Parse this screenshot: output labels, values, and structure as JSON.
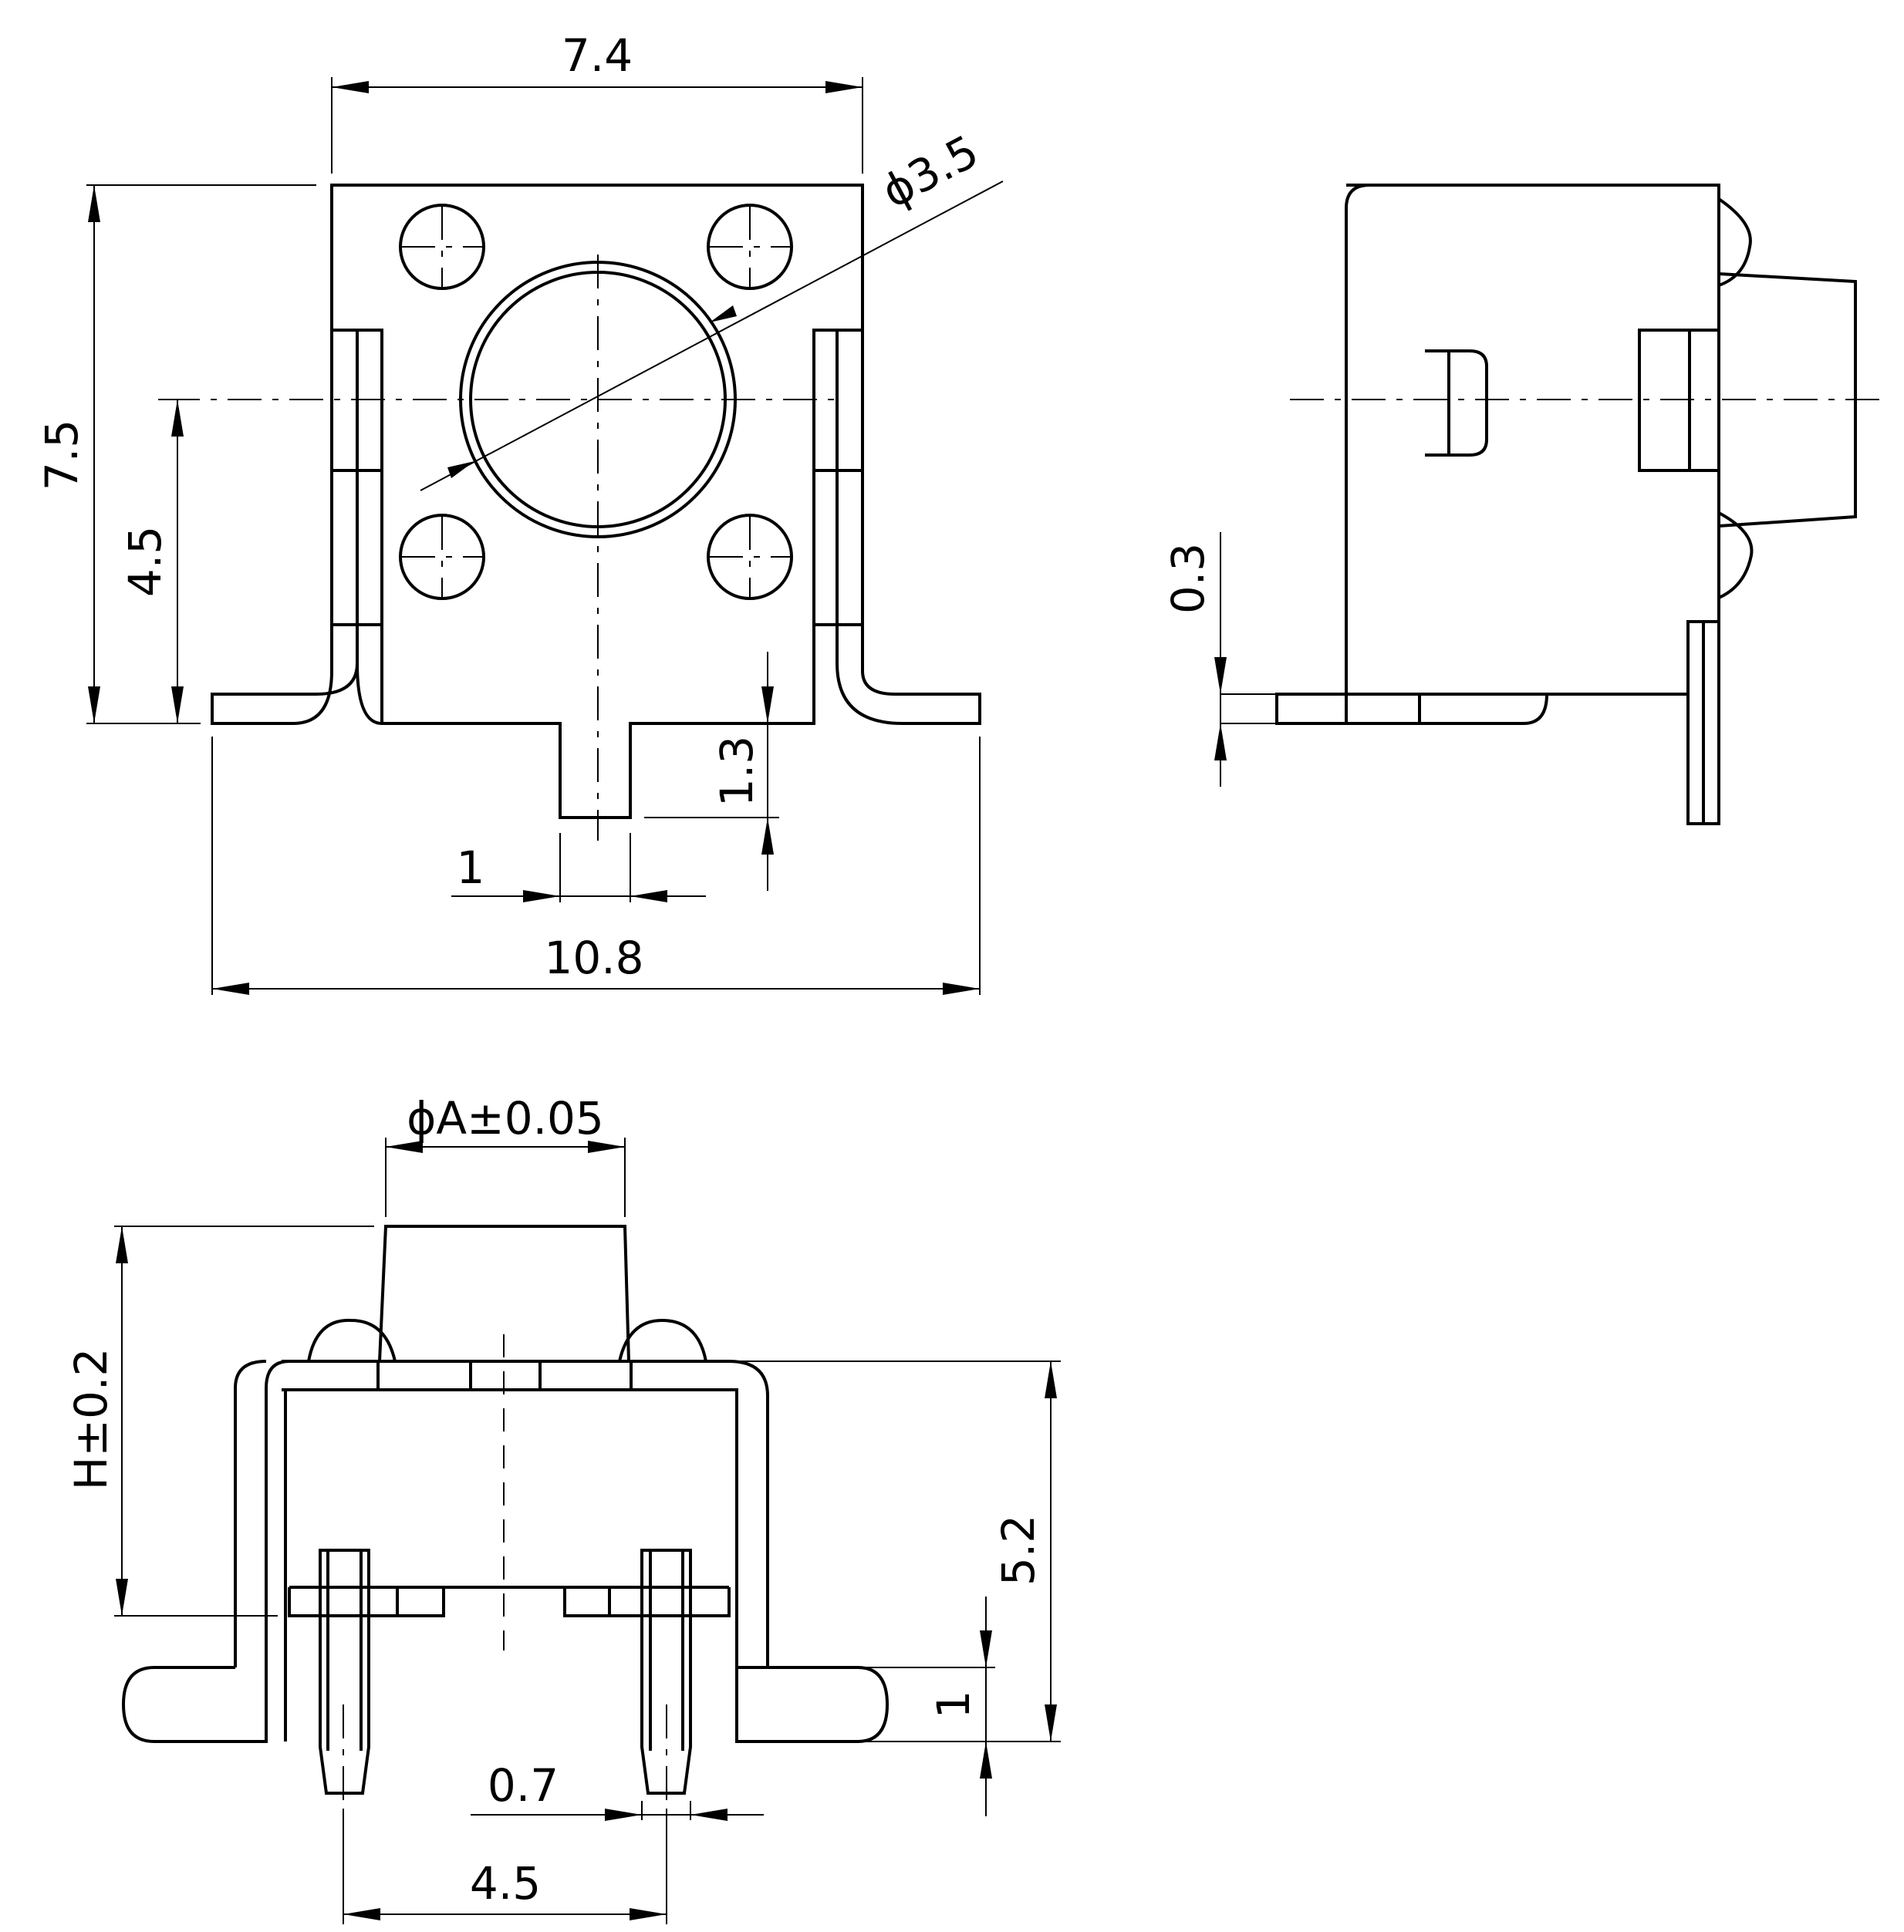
{
  "diagram": {
    "dimensions": {
      "top_width": "7.4",
      "top_height": "7.5",
      "center_height": "4.5",
      "button_diameter": "ϕ3.5",
      "stem_length": "1.3",
      "stem_width": "1",
      "overall_width": "10.8",
      "side_thickness": "0.3",
      "actuator_diameter": "ϕA±0.05",
      "actuator_height": "H±0.2",
      "body_height": "5.2",
      "leg_offset": "1",
      "pin_width": "0.7",
      "pin_pitch": "4.5"
    }
  }
}
